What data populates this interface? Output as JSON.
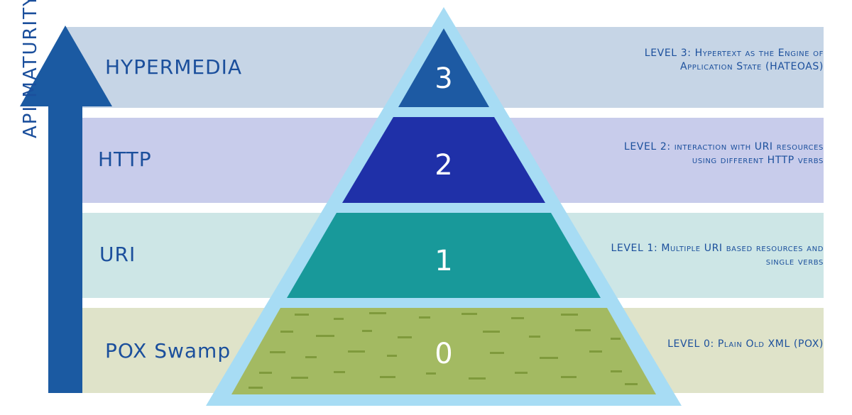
{
  "axis": {
    "label": "API MATURITY"
  },
  "levels": [
    {
      "number": "3",
      "name": "HYPERMEDIA",
      "description": "LEVEL 3: Hypertext as the Engine of Application State (HATEOAS)",
      "color": "#1d5aa3"
    },
    {
      "number": "2",
      "name": "HTTP",
      "description": "LEVEL 2: interaction with URI resources using different HTTP verbs",
      "color": "#1f30a8"
    },
    {
      "number": "1",
      "name": "URI",
      "description": "LEVEL 1: Multiple URI based resources and single verbs",
      "color": "#18999a"
    },
    {
      "number": "0",
      "name": "POX Swamp",
      "description": "LEVEL 0: Plain Old XML (POX)",
      "color": "#a3ba62"
    }
  ],
  "colors": {
    "accent": "#1b4f9c",
    "outline": "#a7dcf4"
  }
}
